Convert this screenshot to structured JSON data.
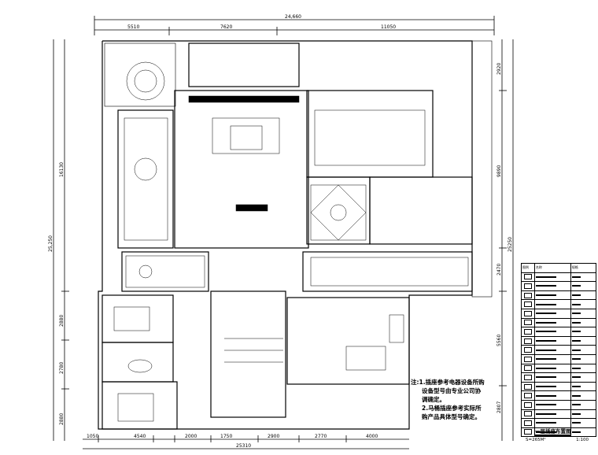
{
  "dimensions": {
    "top_total": "24,660",
    "top": [
      "5510",
      "7620",
      "11050"
    ],
    "bottom_total": "25310",
    "bottom": [
      "1050",
      "4540",
      "2000",
      "1750",
      "2900",
      "2770",
      "4000"
    ],
    "left_total": "25,250",
    "left": [
      "16130",
      "2880",
      "2780",
      "2880"
    ],
    "right_total": "25250",
    "right": [
      "2920",
      "9890",
      "2470",
      "5560",
      "2807"
    ]
  },
  "notes": [
    "注:1.插座参考电器设备所购",
    "设备型号由专业公司协",
    "调确定。",
    "2.马桶插座参考实际所",
    "购产品具体型号确定。"
  ],
  "legend": {
    "headers": [
      "图例",
      "名称",
      "规格"
    ],
    "rows": 18
  },
  "drawing_title": "一层插座布置图",
  "area": "S=265M²",
  "scale": "1:100"
}
